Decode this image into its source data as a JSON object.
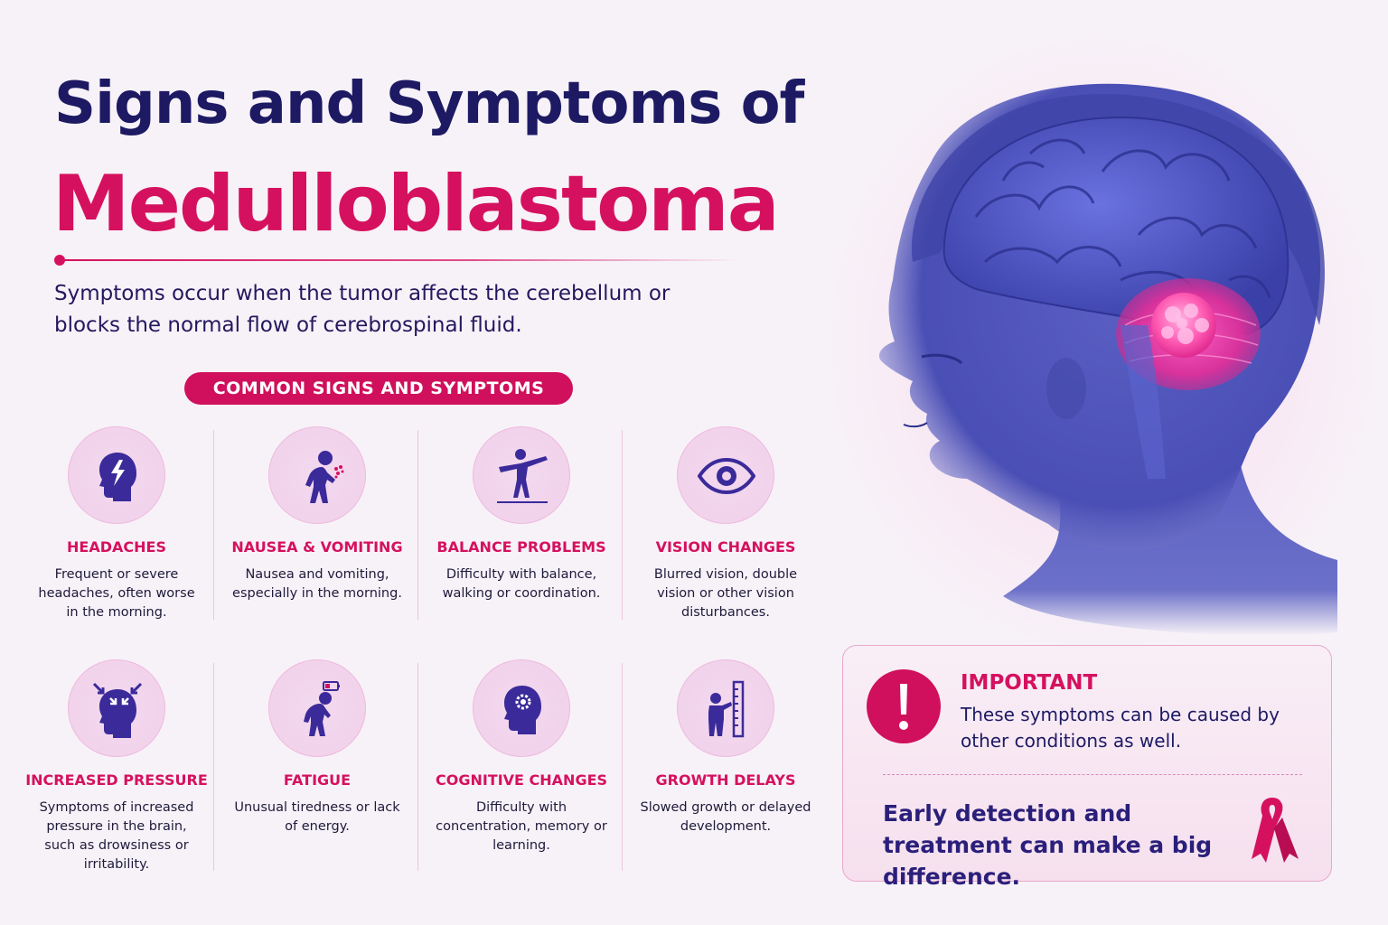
{
  "title": {
    "line1": "Signs and Symptoms of",
    "line2": "Medulloblastoma"
  },
  "intro": "Symptoms occur when the tumor affects the cerebellum or blocks the normal flow of cerebrospinal fluid.",
  "section_label": "COMMON SIGNS AND SYMPTOMS",
  "symptoms": [
    {
      "icon": "headache-icon",
      "name": "HEADACHES",
      "desc": "Frequent or severe headaches, often worse in the morning."
    },
    {
      "icon": "vomiting-icon",
      "name": "NAUSEA & VOMITING",
      "desc": "Nausea and vomiting, especially in the morning."
    },
    {
      "icon": "balance-icon",
      "name": "BALANCE PROBLEMS",
      "desc": "Difficulty with balance, walking or coordination."
    },
    {
      "icon": "eye-icon",
      "name": "VISION CHANGES",
      "desc": "Blurred vision, double vision or other vision disturbances."
    },
    {
      "icon": "pressure-icon",
      "name": "INCREASED PRESSURE",
      "desc": "Symptoms of increased pressure in the brain, such as drowsiness or irritability."
    },
    {
      "icon": "fatigue-icon",
      "name": "FATIGUE",
      "desc": "Unusual tiredness or lack of energy."
    },
    {
      "icon": "cognitive-icon",
      "name": "COGNITIVE CHANGES",
      "desc": "Difficulty with concentration, memory or learning."
    },
    {
      "icon": "growth-icon",
      "name": "GROWTH DELAYS",
      "desc": "Slowed growth or delayed development."
    }
  ],
  "important": {
    "title": "IMPORTANT",
    "text": "These symptoms can be caused by other conditions as well.",
    "closing": "Early detection and treatment can make a big difference."
  },
  "colors": {
    "navy": "#1d1a63",
    "magenta": "#d5115f",
    "icon_purple": "#3b2a9a",
    "brain_blue": "#4a4fb5",
    "tumor_pink": "#ff3aa0"
  }
}
